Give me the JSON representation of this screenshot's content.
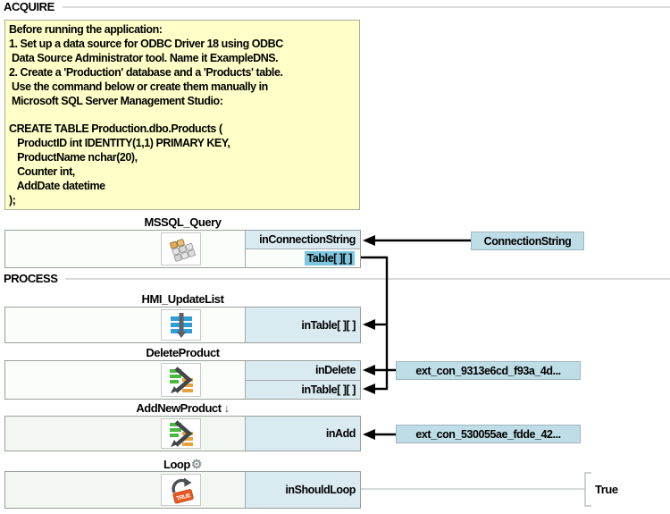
{
  "sections": {
    "acquire": "ACQUIRE",
    "process": "PROCESS"
  },
  "note": {
    "text": "Before running the application:\n1. Set up a data source for ODBC Driver 18 using ODBC\n Data Source Administrator tool. Name it ExampleDNS.\n2. Create a 'Production' database and a 'Products' table.\n Use the command below or create them manually in\n Microsoft SQL Server Management Studio:\n\nCREATE TABLE Production.dbo.Products (\n   ProductID int IDENTITY(1,1) PRIMARY KEY,\n   ProductName nchar(20),\n   Counter int,\n   AddDate datetime\n);"
  },
  "blocks": [
    {
      "title": "MSSQL_Query",
      "icon": "keypad-icon",
      "ports": [
        {
          "name": "inConnectionString"
        },
        {
          "name": "Table[ ][ ]"
        }
      ]
    },
    {
      "title": "HMI_UpdateList",
      "icon": "update-list-icon",
      "ports": [
        {
          "name": "inTable[ ][ ]"
        }
      ]
    },
    {
      "title": "DeleteProduct",
      "icon": "transfer-icon",
      "ports": [
        {
          "name": "inDelete"
        },
        {
          "name": "inTable[ ][ ]"
        }
      ]
    },
    {
      "title": "AddNewProduct",
      "suffix": "↓",
      "icon": "transfer-icon",
      "ports": [
        {
          "name": "inAdd"
        }
      ]
    },
    {
      "title": "Loop",
      "suffix": "⚙",
      "icon": "loop-true-icon",
      "ports": [
        {
          "name": "inShouldLoop"
        }
      ]
    }
  ],
  "tags": {
    "connection_string": "ConnectionString",
    "ext_con_delete": "ext_con_9313e6cd_f93a_4d...",
    "ext_con_add": "ext_con_530055ae_fdde_42...",
    "loop_value": "True"
  },
  "icons": {
    "mssql": "keypad-icon",
    "hmi": "update-list-icon",
    "delete": "transfer-icon",
    "add": "transfer-icon",
    "loop": "loop-true-icon",
    "add_title_suffix": "down-arrow-icon",
    "loop_title_suffix": "gear-icon"
  },
  "colors": {
    "note_bg": "#FFFFC8",
    "port_bg": "#D9EAF1",
    "port_highlight": "#7CC6DF",
    "tag_bg": "#BEDDE7",
    "wire": "#000000",
    "loop_wire": "#C9CDD0",
    "icon_blue": "#2E9FD6",
    "icon_green": "#49B93E",
    "icon_orange": "#E8A33D",
    "icon_tag_orange": "#E8571F"
  }
}
